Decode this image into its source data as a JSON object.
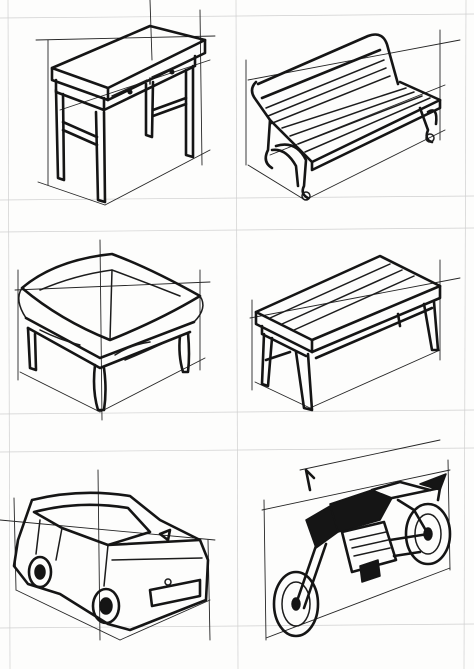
{
  "sheet": {
    "paper_color": "#fdfdfc",
    "ink_color": "#151515",
    "grid_color": "#cfcfcf"
  },
  "sketches": [
    {
      "subject": "console-table",
      "icon": "table-sketch-icon"
    },
    {
      "subject": "park-bench",
      "icon": "bench-sketch-icon"
    },
    {
      "subject": "ottoman",
      "icon": "ottoman-sketch-icon"
    },
    {
      "subject": "coffee-table",
      "icon": "coffee-table-sketch-icon"
    },
    {
      "subject": "car",
      "icon": "car-sketch-icon"
    },
    {
      "subject": "motorcycle",
      "icon": "motorcycle-sketch-icon"
    }
  ]
}
